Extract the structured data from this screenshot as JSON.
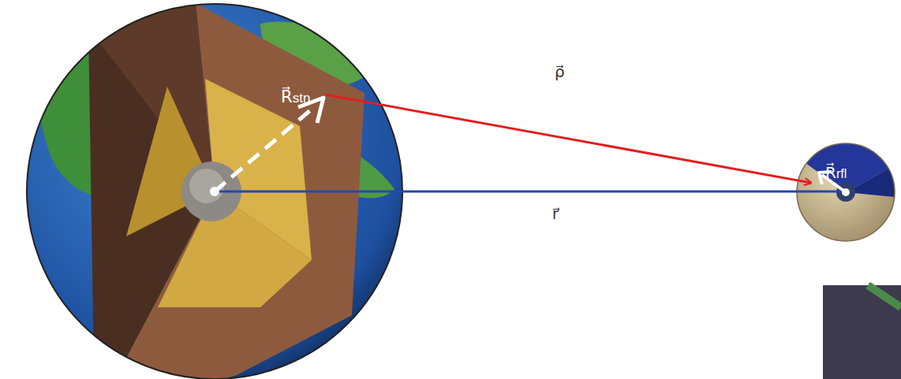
{
  "diagram": {
    "labels": [
      "R⃗stn",
      "ρ⃗",
      "r⃗",
      "R⃗rfl"
    ]
  }
}
